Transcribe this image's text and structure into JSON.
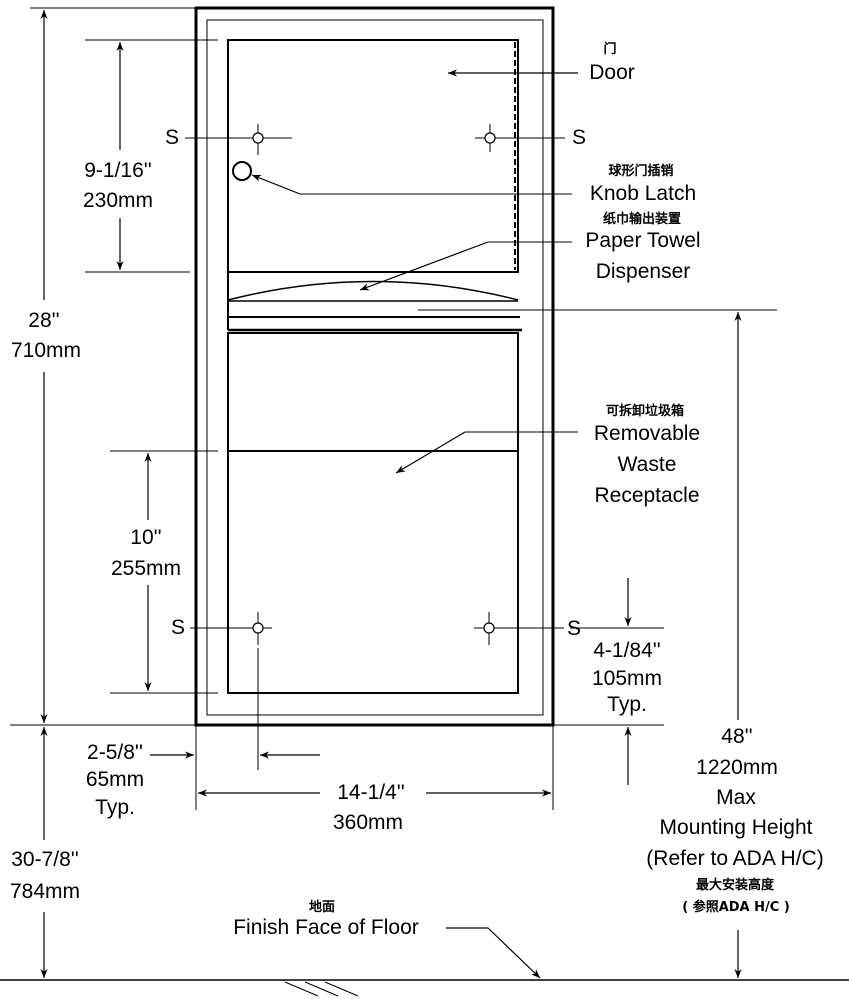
{
  "labels": {
    "door_cn": "门",
    "door": "Door",
    "knob_cn": "球形门插销",
    "knob": "Knob Latch",
    "towel_cn": "纸巾输出装置",
    "towel_1": "Paper Towel",
    "towel_2": "Dispenser",
    "waste_cn": "可拆卸垃圾箱",
    "waste_1": "Removable",
    "waste_2": "Waste",
    "waste_3": "Receptacle",
    "floor_cn": "地面",
    "floor": "Finish Face of Floor",
    "mount_1": "48''",
    "mount_2": "1220mm",
    "mount_3": "Max",
    "mount_4": "Mounting Height",
    "mount_5": "(Refer to ADA H/C)",
    "mount_cn_1": "最大安装高度",
    "mount_cn_2": "( 参照ADA H/C )",
    "screw": "S"
  },
  "dimensions": {
    "d_9_1_16_in": "9-1/16''",
    "d_9_1_16_mm": "230mm",
    "d_28_in": "28''",
    "d_28_mm": "710mm",
    "d_10_in": "10''",
    "d_10_mm": "255mm",
    "d_4_1_84_in": "4-1/84''",
    "d_4_1_84_mm": "105mm",
    "d_4_1_84_typ": "Typ.",
    "d_2_5_8_in": "2-5/8''",
    "d_2_5_8_mm": "65mm",
    "d_2_5_8_typ": "Typ.",
    "d_14_1_4_in": "14-1/4''",
    "d_14_1_4_mm": "360mm",
    "d_30_7_8_in": "30-7/8''",
    "d_30_7_8_mm": "784mm"
  }
}
